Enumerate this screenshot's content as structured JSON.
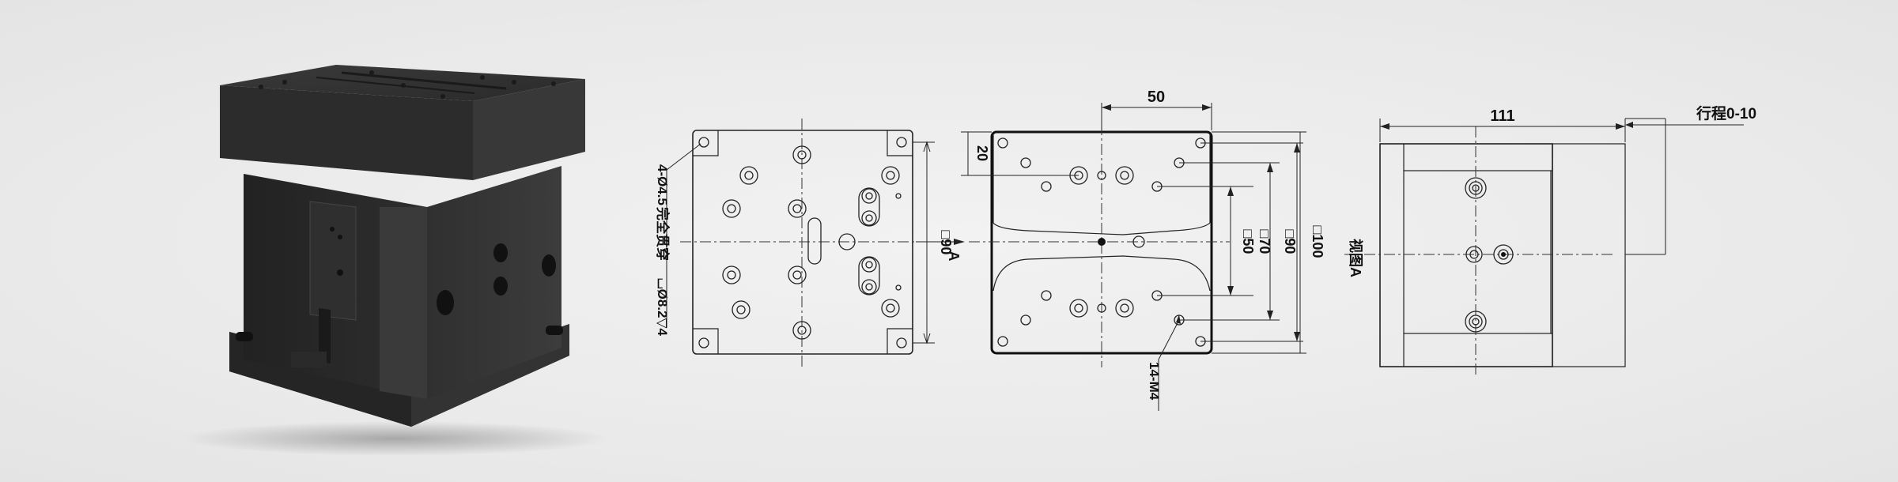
{
  "colors": {
    "background": "#ececec",
    "product_body": "#2b2b2b",
    "drawing_line": "#222222"
  },
  "view1": {
    "hole_note_count": "4-Ø4.5",
    "hole_note_text": "完全贯穿",
    "counterbore_note": "⌴Ø8.2▽4",
    "width_dim": "□90",
    "view_arrow": "A"
  },
  "view2": {
    "top_dim": "50",
    "left_dim": "20",
    "dim_inner": "□50",
    "dim_mid": "□70",
    "dim_outer": "□90",
    "dim_overall": "□100",
    "thread_note": "14-M4"
  },
  "view3": {
    "width_dim": "111",
    "stroke_note": "行程0-10",
    "view_label": "视图A"
  }
}
